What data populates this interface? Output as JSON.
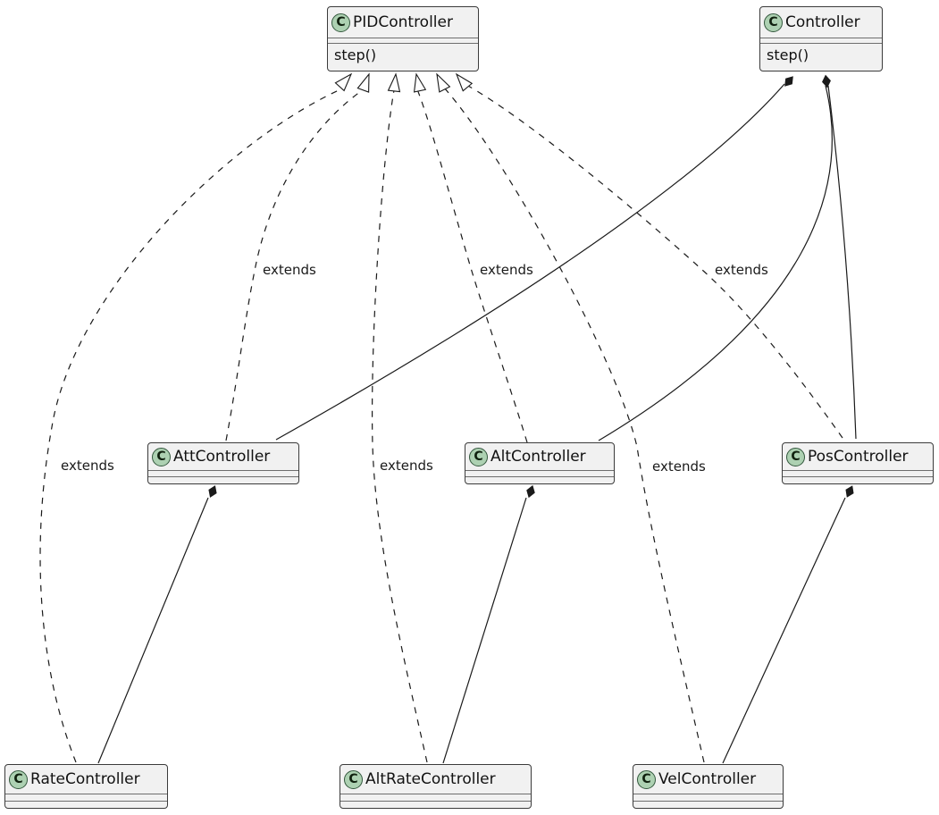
{
  "diagram": {
    "type": "uml-class-diagram",
    "classes": {
      "pid": {
        "badge": "C",
        "name": "PIDController",
        "method": "step()"
      },
      "controller": {
        "badge": "C",
        "name": "Controller",
        "method": "step()"
      },
      "att": {
        "badge": "C",
        "name": "AttController"
      },
      "alt": {
        "badge": "C",
        "name": "AltController"
      },
      "pos": {
        "badge": "C",
        "name": "PosController"
      },
      "rate": {
        "badge": "C",
        "name": "RateController"
      },
      "altrate": {
        "badge": "C",
        "name": "AltRateController"
      },
      "vel": {
        "badge": "C",
        "name": "VelController"
      }
    },
    "edges": [
      {
        "from": "RateController",
        "to": "PIDController",
        "type": "extends",
        "label": "extends"
      },
      {
        "from": "AttController",
        "to": "PIDController",
        "type": "extends",
        "label": "extends"
      },
      {
        "from": "AltRateController",
        "to": "PIDController",
        "type": "extends",
        "label": "extends"
      },
      {
        "from": "AltController",
        "to": "PIDController",
        "type": "extends",
        "label": "extends"
      },
      {
        "from": "VelController",
        "to": "PIDController",
        "type": "extends",
        "label": "extends"
      },
      {
        "from": "PosController",
        "to": "PIDController",
        "type": "extends",
        "label": "extends"
      },
      {
        "from": "Controller",
        "to": "AttController",
        "type": "composition"
      },
      {
        "from": "Controller",
        "to": "AltController",
        "type": "composition"
      },
      {
        "from": "Controller",
        "to": "PosController",
        "type": "composition"
      },
      {
        "from": "AttController",
        "to": "RateController",
        "type": "composition"
      },
      {
        "from": "AltController",
        "to": "AltRateController",
        "type": "composition"
      },
      {
        "from": "PosController",
        "to": "VelController",
        "type": "composition"
      }
    ],
    "colors": {
      "class_fill": "#f1f1f1",
      "class_border": "#3b3b3b",
      "badge_fill": "#add1b2",
      "badge_border": "#33573d",
      "line_color": "#1a1a1a"
    }
  }
}
